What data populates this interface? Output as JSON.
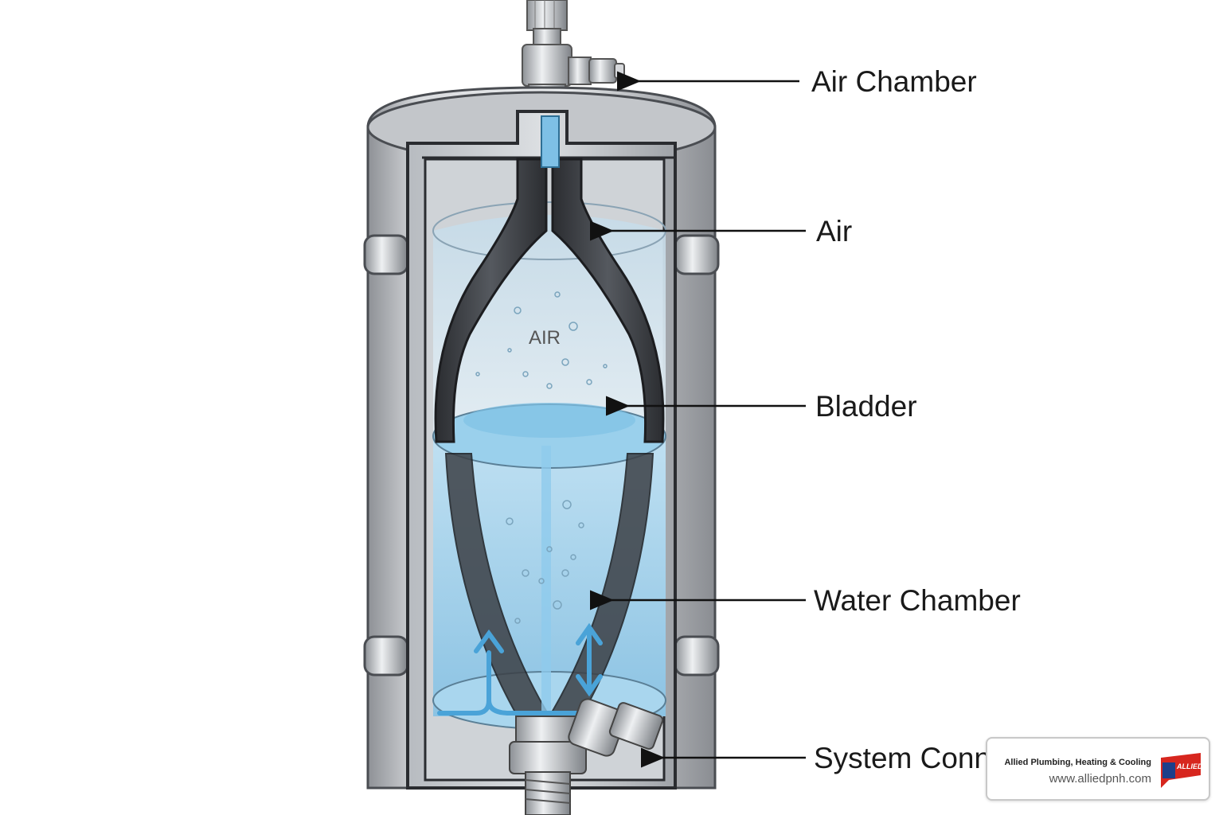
{
  "labels": {
    "air_chamber": "Air Chamber",
    "air": "Air",
    "bladder": "Bladder",
    "water_chamber": "Water Chamber",
    "system_connection": "System Conn"
  },
  "inner_text": "AIR",
  "watermark": {
    "company": "Allied Plumbing, Heating & Cooling",
    "url": "www.alliedpnh.com",
    "logo_text": "ALLIED"
  },
  "colors": {
    "tank_shell": "#c9ccd0",
    "water": "#9fcde6",
    "bladder": "#3a3d42",
    "flow_arrow": "#4aa3d8"
  },
  "icons": [
    "tank-icon",
    "valve-icon",
    "flow-arrow-icon",
    "allied-logo-icon"
  ]
}
